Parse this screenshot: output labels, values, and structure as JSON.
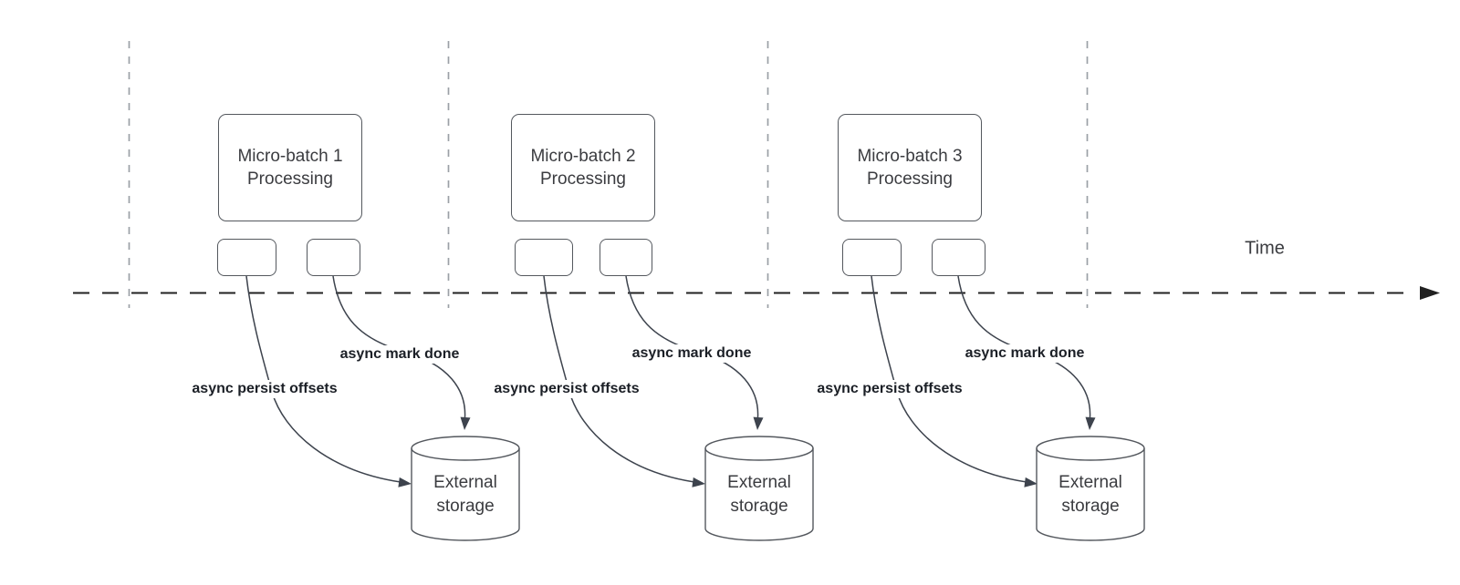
{
  "diagram": {
    "time_label": "Time",
    "groups": [
      {
        "title_line1": "Micro-batch 1",
        "title_line2": "Processing",
        "persist_label": "async persist offsets",
        "markdone_label": "async mark done",
        "storage_line1": "External",
        "storage_line2": "storage"
      },
      {
        "title_line1": "Micro-batch 2",
        "title_line2": "Processing",
        "persist_label": "async persist offsets",
        "markdone_label": "async mark done",
        "storage_line1": "External",
        "storage_line2": "storage"
      },
      {
        "title_line1": "Micro-batch 3",
        "title_line2": "Processing",
        "persist_label": "async persist offsets",
        "markdone_label": "async mark done",
        "storage_line1": "External",
        "storage_line2": "storage"
      }
    ]
  },
  "colors": {
    "shape_stroke": "#54585e",
    "arrow_stroke": "#3d434d",
    "timeline_stroke": "#212121",
    "gridline_stroke": "#9ba0a6",
    "label_text": "#1b1f26",
    "shape_text": "#3b3c40",
    "canvas_bg": "#ffffff"
  }
}
